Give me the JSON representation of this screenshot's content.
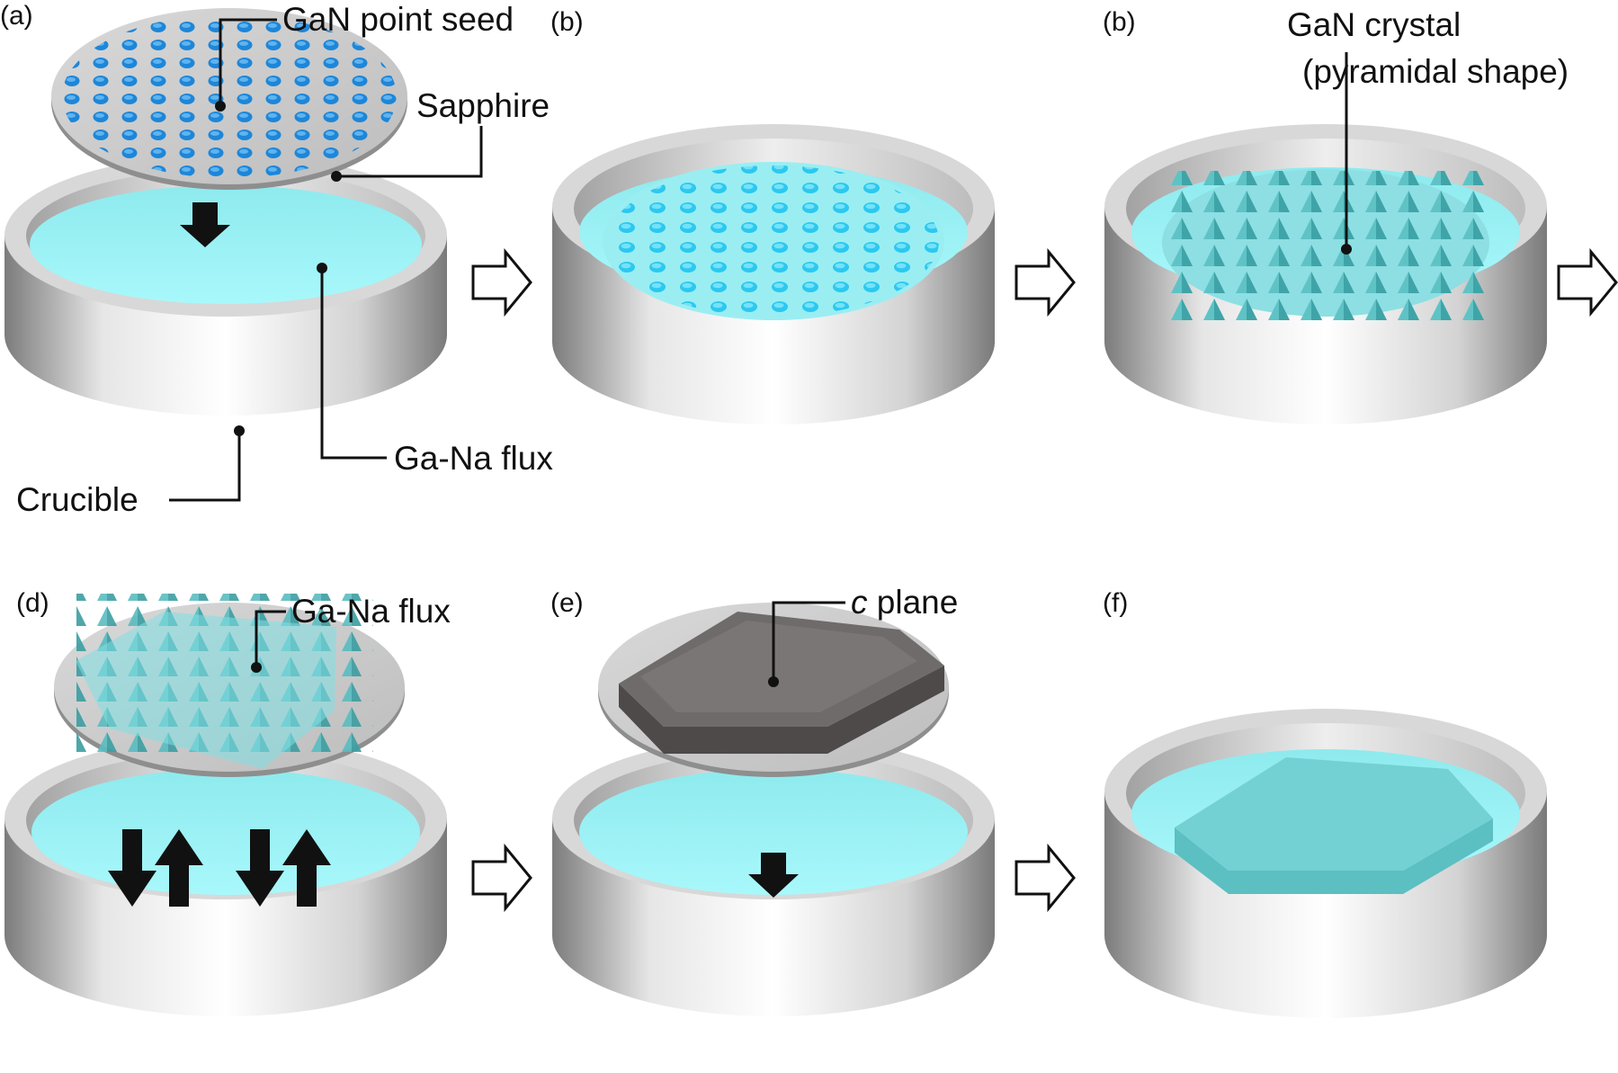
{
  "colors": {
    "flux": "#9ef5f9",
    "seed": "#1e86d8",
    "crystal": "#6fd0d2",
    "crucible": "#c8c8c8",
    "gan_dark": "#6f6b6b"
  },
  "panels": {
    "a": {
      "tag": "(a)",
      "labels": {
        "seed": "GaN point seed",
        "sapphire": "Sapphire",
        "flux": "Ga-Na flux",
        "crucible": "Crucible"
      }
    },
    "b": {
      "tag": "(b)"
    },
    "c": {
      "tag": "(b)",
      "labels": {
        "crystal_1": "GaN crystal",
        "crystal_2": "(pyramidal shape)"
      }
    },
    "d": {
      "tag": "(d)",
      "labels": {
        "flux": "Ga-Na flux"
      }
    },
    "e": {
      "tag": "(e)",
      "labels": {
        "c_italic": "c",
        "plane": " plane"
      }
    },
    "f": {
      "tag": "(f)"
    }
  },
  "icons": {
    "process_arrow": "hollow-right-arrow",
    "immerse_arrow": "solid-down-arrow",
    "rotate_arrows": "up-down-arrows"
  }
}
